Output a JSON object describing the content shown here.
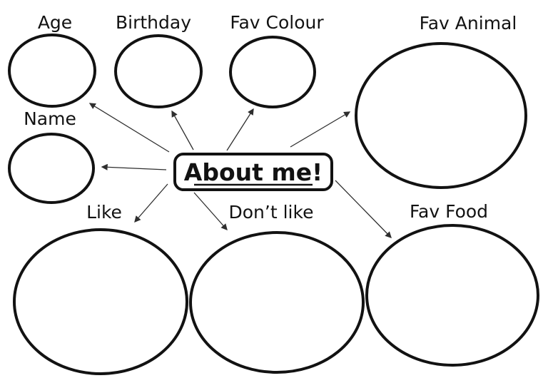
{
  "title": {
    "label": "About me!"
  },
  "colors": {
    "ink": "#121212",
    "arrow": "#2e2e2e",
    "background": "#ffffff"
  },
  "nodes": [
    {
      "id": "age",
      "label": "Age"
    },
    {
      "id": "birthday",
      "label": "Birthday"
    },
    {
      "id": "fav-colour",
      "label": "Fav Colour"
    },
    {
      "id": "fav-animal",
      "label": "Fav Animal"
    },
    {
      "id": "name",
      "label": "Name"
    },
    {
      "id": "like",
      "label": "Like"
    },
    {
      "id": "dont-like",
      "label": "Don’t like"
    },
    {
      "id": "fav-food",
      "label": "Fav Food"
    }
  ]
}
